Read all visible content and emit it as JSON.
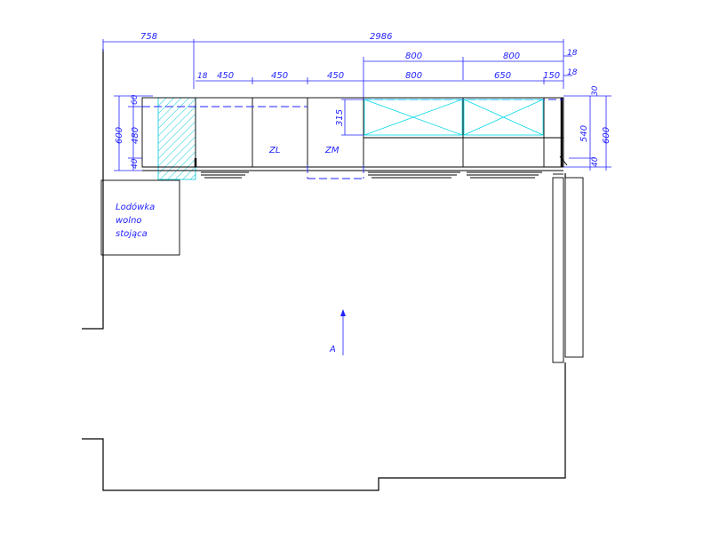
{
  "dimensions": {
    "top_left": "758",
    "top_total": "2986",
    "row2": [
      "800",
      "800"
    ],
    "row3": [
      "450",
      "450",
      "450",
      "800",
      "650",
      "150"
    ],
    "small_18": "18",
    "left_600": "600",
    "left_480": "480",
    "left_60": "60",
    "left_40": "40",
    "mid_315": "315",
    "right_540": "540",
    "right_600": "600",
    "right_30": "30",
    "right_40": "40"
  },
  "labels": {
    "fridge": [
      "Lodówka",
      "wolno",
      "stojąca"
    ],
    "zl": "ZL",
    "zm": "ZM",
    "view_a": "A"
  },
  "colors": {
    "line": "#000000",
    "dimension": "#2222ff",
    "glass": "#00d8e8"
  }
}
